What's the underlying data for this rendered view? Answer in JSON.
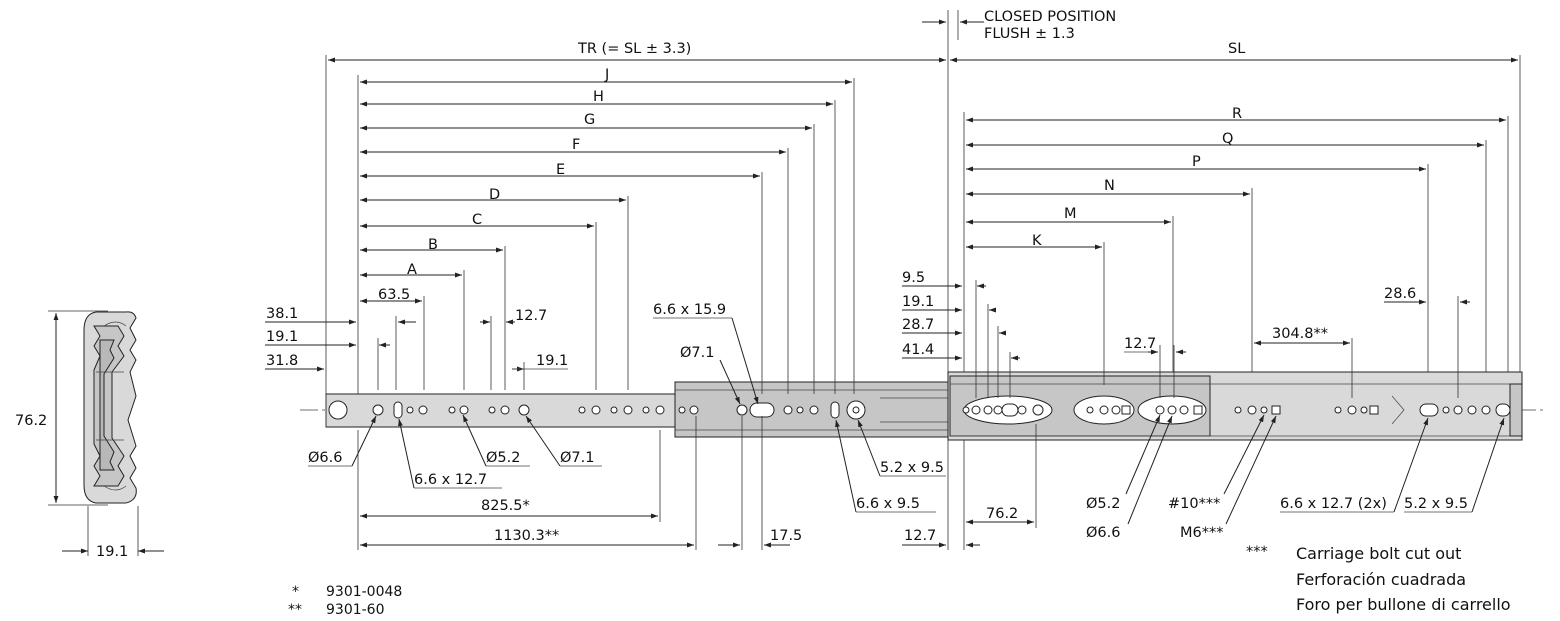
{
  "header": {
    "closed_position_1": "CLOSED POSITION",
    "closed_position_2": "FLUSH ± 1.3",
    "tr": "TR (= SL ± 3.3)",
    "sl": "SL"
  },
  "letters_left": [
    "J",
    "H",
    "G",
    "F",
    "E",
    "D",
    "C",
    "B",
    "A"
  ],
  "letters_right": [
    "R",
    "Q",
    "P",
    "N",
    "M",
    "K"
  ],
  "dims_left": {
    "d63_5": "63.5",
    "d38_1": "38.1",
    "d19_1a": "19.1",
    "d31_8": "31.8",
    "d12_7": "12.7",
    "d19_1b": "19.1",
    "d6_6x15_9": "6.6 x 15.9",
    "d7_1": "Ø7.1"
  },
  "dims_right": {
    "d9_5": "9.5",
    "d19_1": "19.1",
    "d28_7": "28.7",
    "d41_4": "41.4",
    "d12_7": "12.7",
    "d28_6": "28.6",
    "d304_8": "304.8**"
  },
  "bottom": {
    "phi6_6": "Ø6.6",
    "phi5_2": "Ø5.2",
    "phi7_1": "Ø7.1",
    "slot_6_6x12_7": "6.6 x 12.7",
    "d825_5": "825.5*",
    "d1130_3": "1130.3**",
    "d17_5": "17.5",
    "slot_5_2x9_5": "5.2 x 9.5",
    "slot_6_6x9_5": "6.6 x 9.5",
    "d12_7": "12.7",
    "d76_2": "76.2",
    "phi5_2r": "Ø5.2",
    "phi6_6r": "Ø6.6",
    "no10": "#10***",
    "m6": "M6***",
    "slot_2x": "6.6 x 12.7 (2x)",
    "slot_5_2x9_5r": "5.2 x 9.5"
  },
  "profile": {
    "height": "76.2",
    "width": "19.1"
  },
  "notes": {
    "stars": "***",
    "line1": "Carriage bolt cut out",
    "line2": "Ferforación cuadrada",
    "line3": "Foro per bullone di carrello"
  },
  "footnotes": {
    "star1": "*",
    "code1": "9301-0048",
    "star2": "**",
    "code2": "9301-60"
  }
}
